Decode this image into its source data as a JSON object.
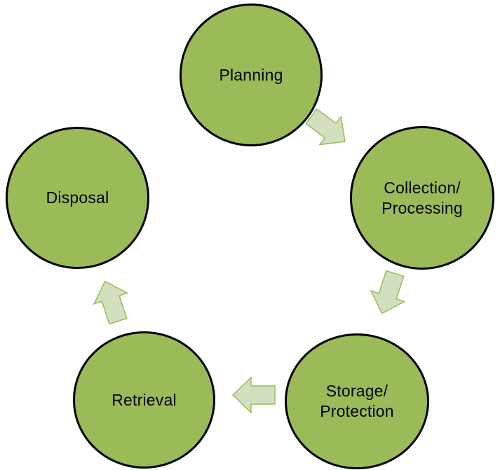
{
  "colors": {
    "node_fill": "#9bbb59",
    "node_border": "#000000",
    "arrow_fill": "#d3e0bf",
    "arrow_stroke": "#9bbb59",
    "background": "#ffffff"
  },
  "cycle": {
    "nodes": [
      {
        "id": "planning",
        "label": "Planning"
      },
      {
        "id": "collection",
        "label": "Collection/\nProcessing"
      },
      {
        "id": "storage",
        "label": "Storage/\nProtection"
      },
      {
        "id": "retrieval",
        "label": "Retrieval"
      },
      {
        "id": "disposal",
        "label": "Disposal"
      }
    ],
    "arrows": [
      {
        "from": "planning",
        "to": "collection"
      },
      {
        "from": "collection",
        "to": "storage"
      },
      {
        "from": "storage",
        "to": "retrieval"
      },
      {
        "from": "retrieval",
        "to": "disposal"
      }
    ]
  }
}
